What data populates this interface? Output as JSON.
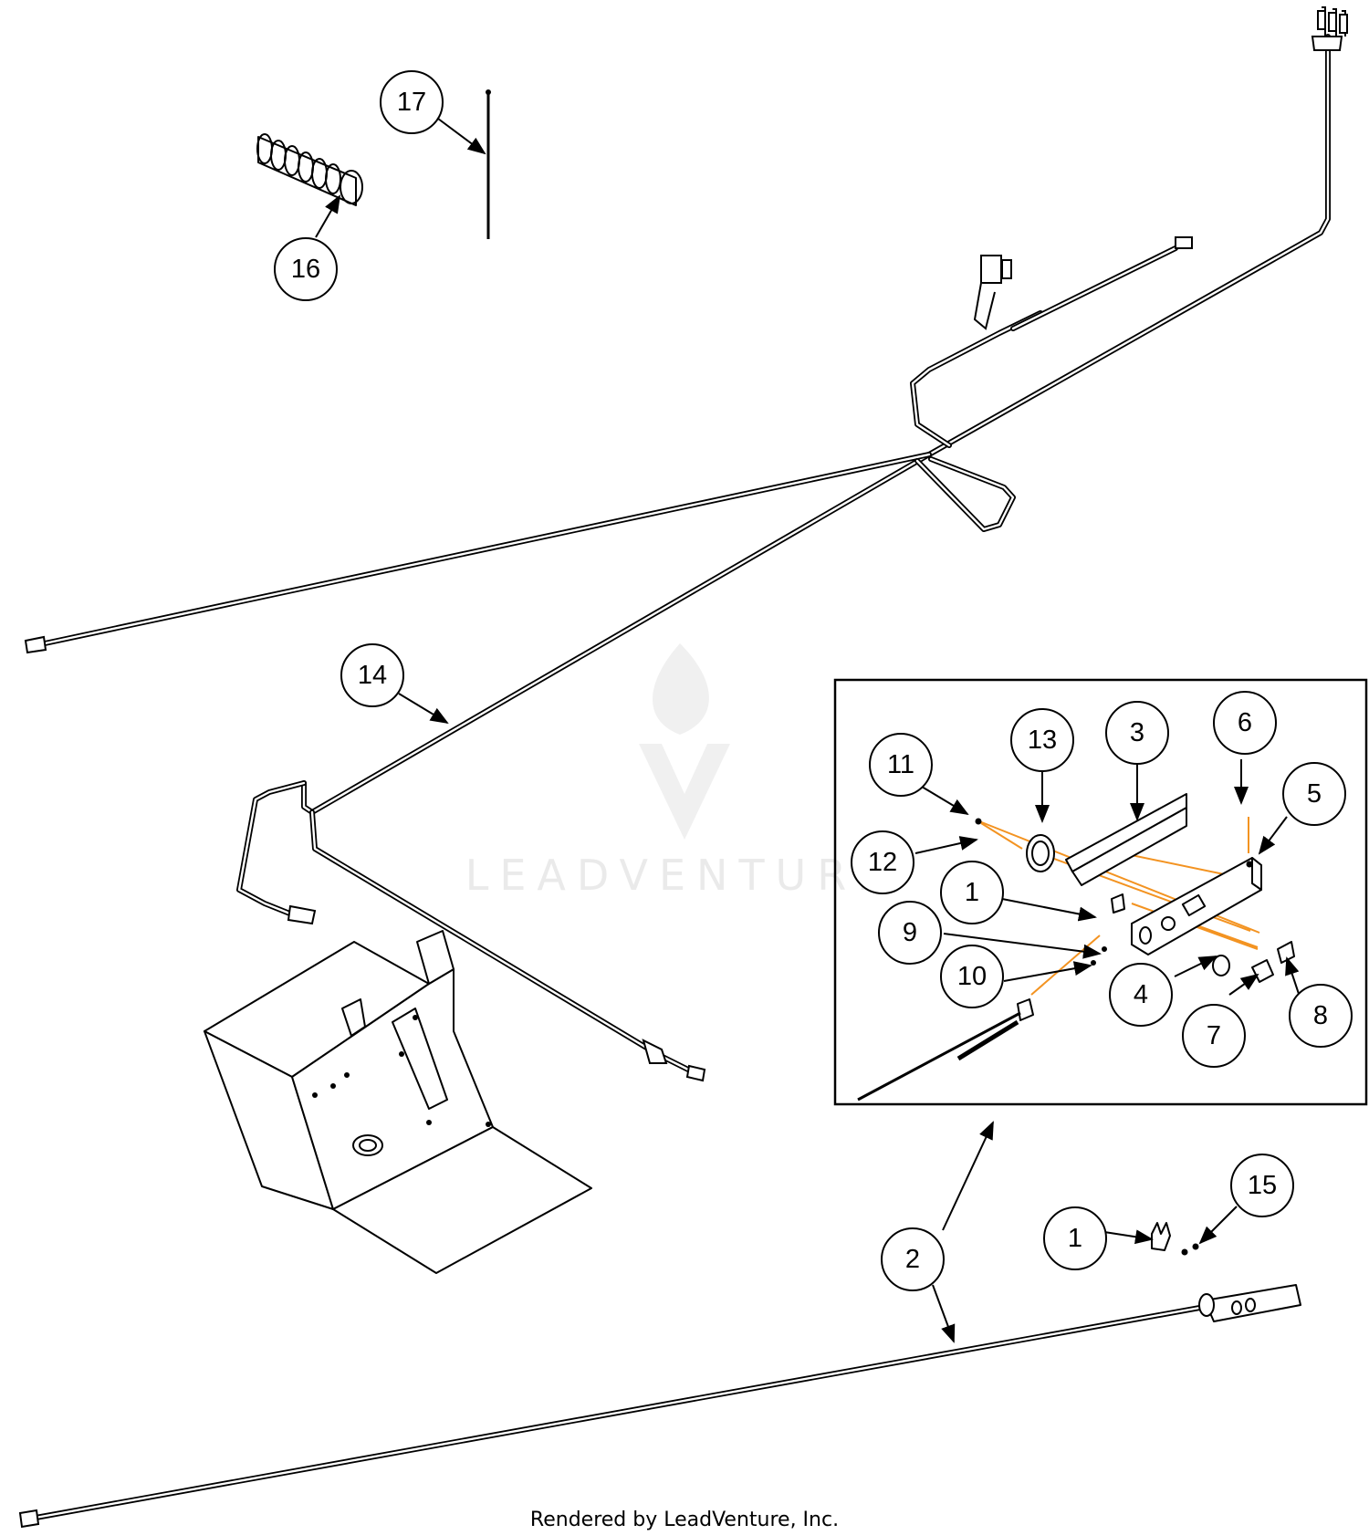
{
  "watermark": {
    "text": "LEADVENTURE"
  },
  "credit": {
    "text": "Rendered by LeadVenture, Inc."
  },
  "callouts": [
    {
      "id": "c17",
      "label": "17"
    },
    {
      "id": "c16",
      "label": "16"
    },
    {
      "id": "c14",
      "label": "14"
    },
    {
      "id": "c11",
      "label": "11"
    },
    {
      "id": "c13",
      "label": "13"
    },
    {
      "id": "c3",
      "label": "3"
    },
    {
      "id": "c6",
      "label": "6"
    },
    {
      "id": "c5",
      "label": "5"
    },
    {
      "id": "c12",
      "label": "12"
    },
    {
      "id": "c1a",
      "label": "1"
    },
    {
      "id": "c9",
      "label": "9"
    },
    {
      "id": "c10",
      "label": "10"
    },
    {
      "id": "c4",
      "label": "4"
    },
    {
      "id": "c7",
      "label": "7"
    },
    {
      "id": "c8",
      "label": "8"
    },
    {
      "id": "c2",
      "label": "2"
    },
    {
      "id": "c1b",
      "label": "1"
    },
    {
      "id": "c15",
      "label": "15"
    }
  ],
  "colors": {
    "guide_line": "#f39321",
    "line": "#000000",
    "watermark": "#d9d9d9"
  }
}
